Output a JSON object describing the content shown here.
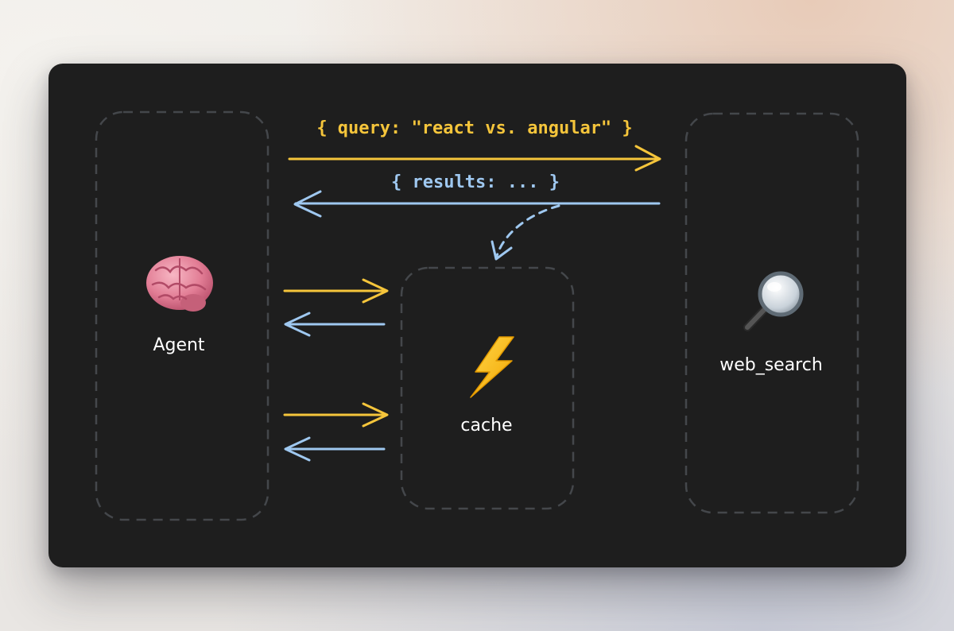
{
  "nodes": {
    "agent": {
      "label": "Agent",
      "icon": "brain-icon"
    },
    "cache": {
      "label": "cache",
      "icon": "lightning-icon"
    },
    "web_search": {
      "label": "web_search",
      "icon": "magnifying-glass-icon"
    }
  },
  "messages": {
    "query": "{ query: \"react vs. angular\" }",
    "results": "{ results: ... }"
  },
  "colors": {
    "request": "#f5c53b",
    "response": "#9fc8f0",
    "dashed_border": "#44474b",
    "card_bg": "#1e1e1e",
    "label": "#ffffff"
  }
}
